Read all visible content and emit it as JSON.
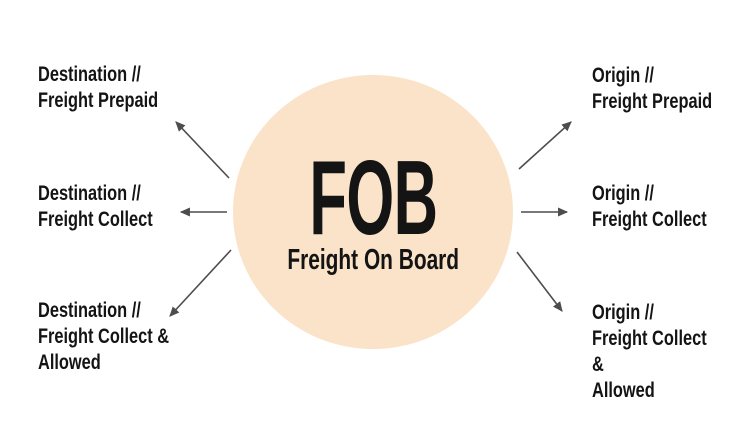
{
  "diagram": {
    "center": {
      "acronym": "FOB",
      "subtitle": "Freight On Board"
    },
    "labels": {
      "left": [
        {
          "text": "Destination //\nFreight Prepaid"
        },
        {
          "text": "Destination //\nFreight Collect"
        },
        {
          "text": "Destination //\nFreight Collect &\nAllowed"
        }
      ],
      "right": [
        {
          "text": "Origin //\nFreight Prepaid"
        },
        {
          "text": "Origin //\nFreight Collect"
        },
        {
          "text": "Origin //\nFreight Collect &\nAllowed"
        }
      ]
    },
    "colors": {
      "circle": "#fae3c8",
      "text": "#141414",
      "arrow": "#4d4d4d",
      "background": "#ffffff"
    }
  }
}
